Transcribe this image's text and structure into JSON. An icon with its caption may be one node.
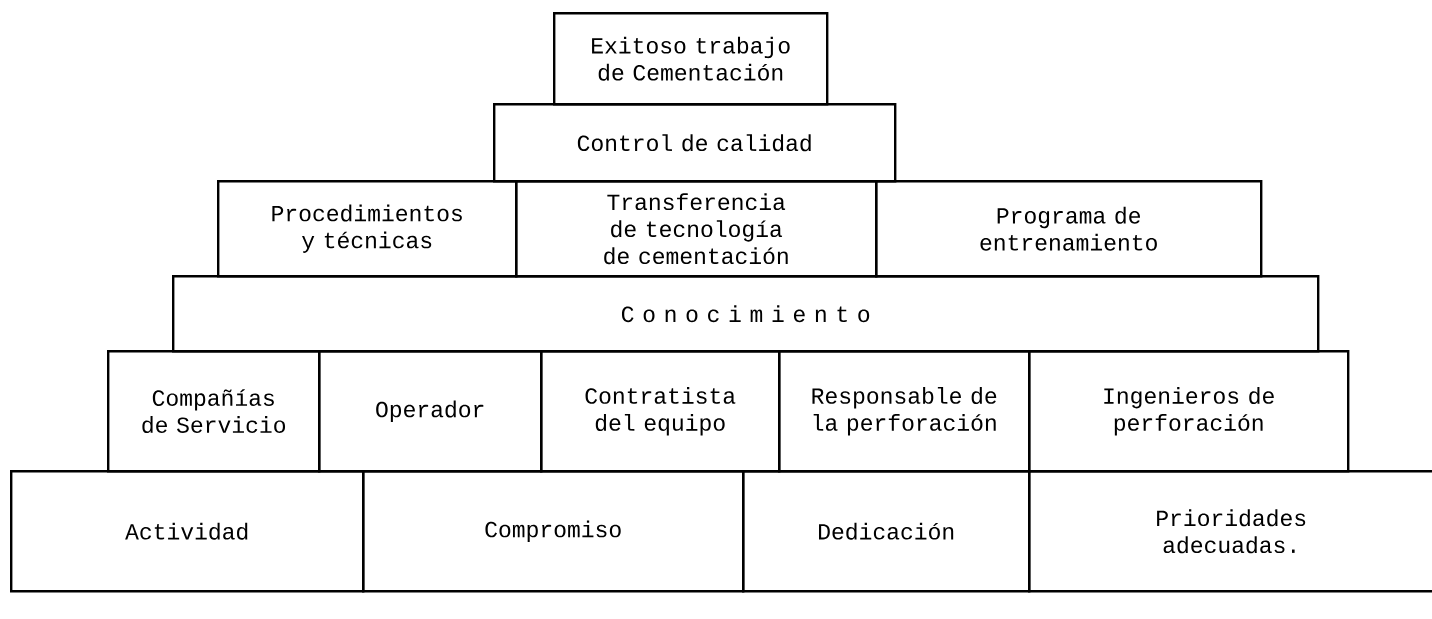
{
  "diagram": {
    "nodes": [
      {
        "text": [
          "Exitoso trabajo de Cementación"
        ]
      },
      {
        "text": [
          "Control de calidad"
        ]
      },
      {
        "text": [
          "Procedimientos y técnicas"
        ]
      },
      {
        "text": [
          "Transferencia de tecnología de cementación"
        ]
      },
      {
        "text": [
          "Programa de entrenamiento"
        ]
      },
      {
        "text": [
          "C o n o c i m i e n t o"
        ]
      },
      {
        "text": [
          "Compañías de Servicio"
        ]
      },
      {
        "text": [
          "Operador"
        ]
      },
      {
        "text": [
          "Contratista del equipo"
        ]
      },
      {
        "text": [
          "Responsable de la perforación"
        ]
      },
      {
        "text": [
          "Ingenieros de perforación"
        ]
      },
      {
        "text": [
          "Actividad"
        ]
      },
      {
        "text": [
          "Compromiso"
        ]
      },
      {
        "text": [
          "Dedicación"
        ]
      },
      {
        "text": [
          "Prioridades adecuadas."
        ]
      }
    ]
  }
}
